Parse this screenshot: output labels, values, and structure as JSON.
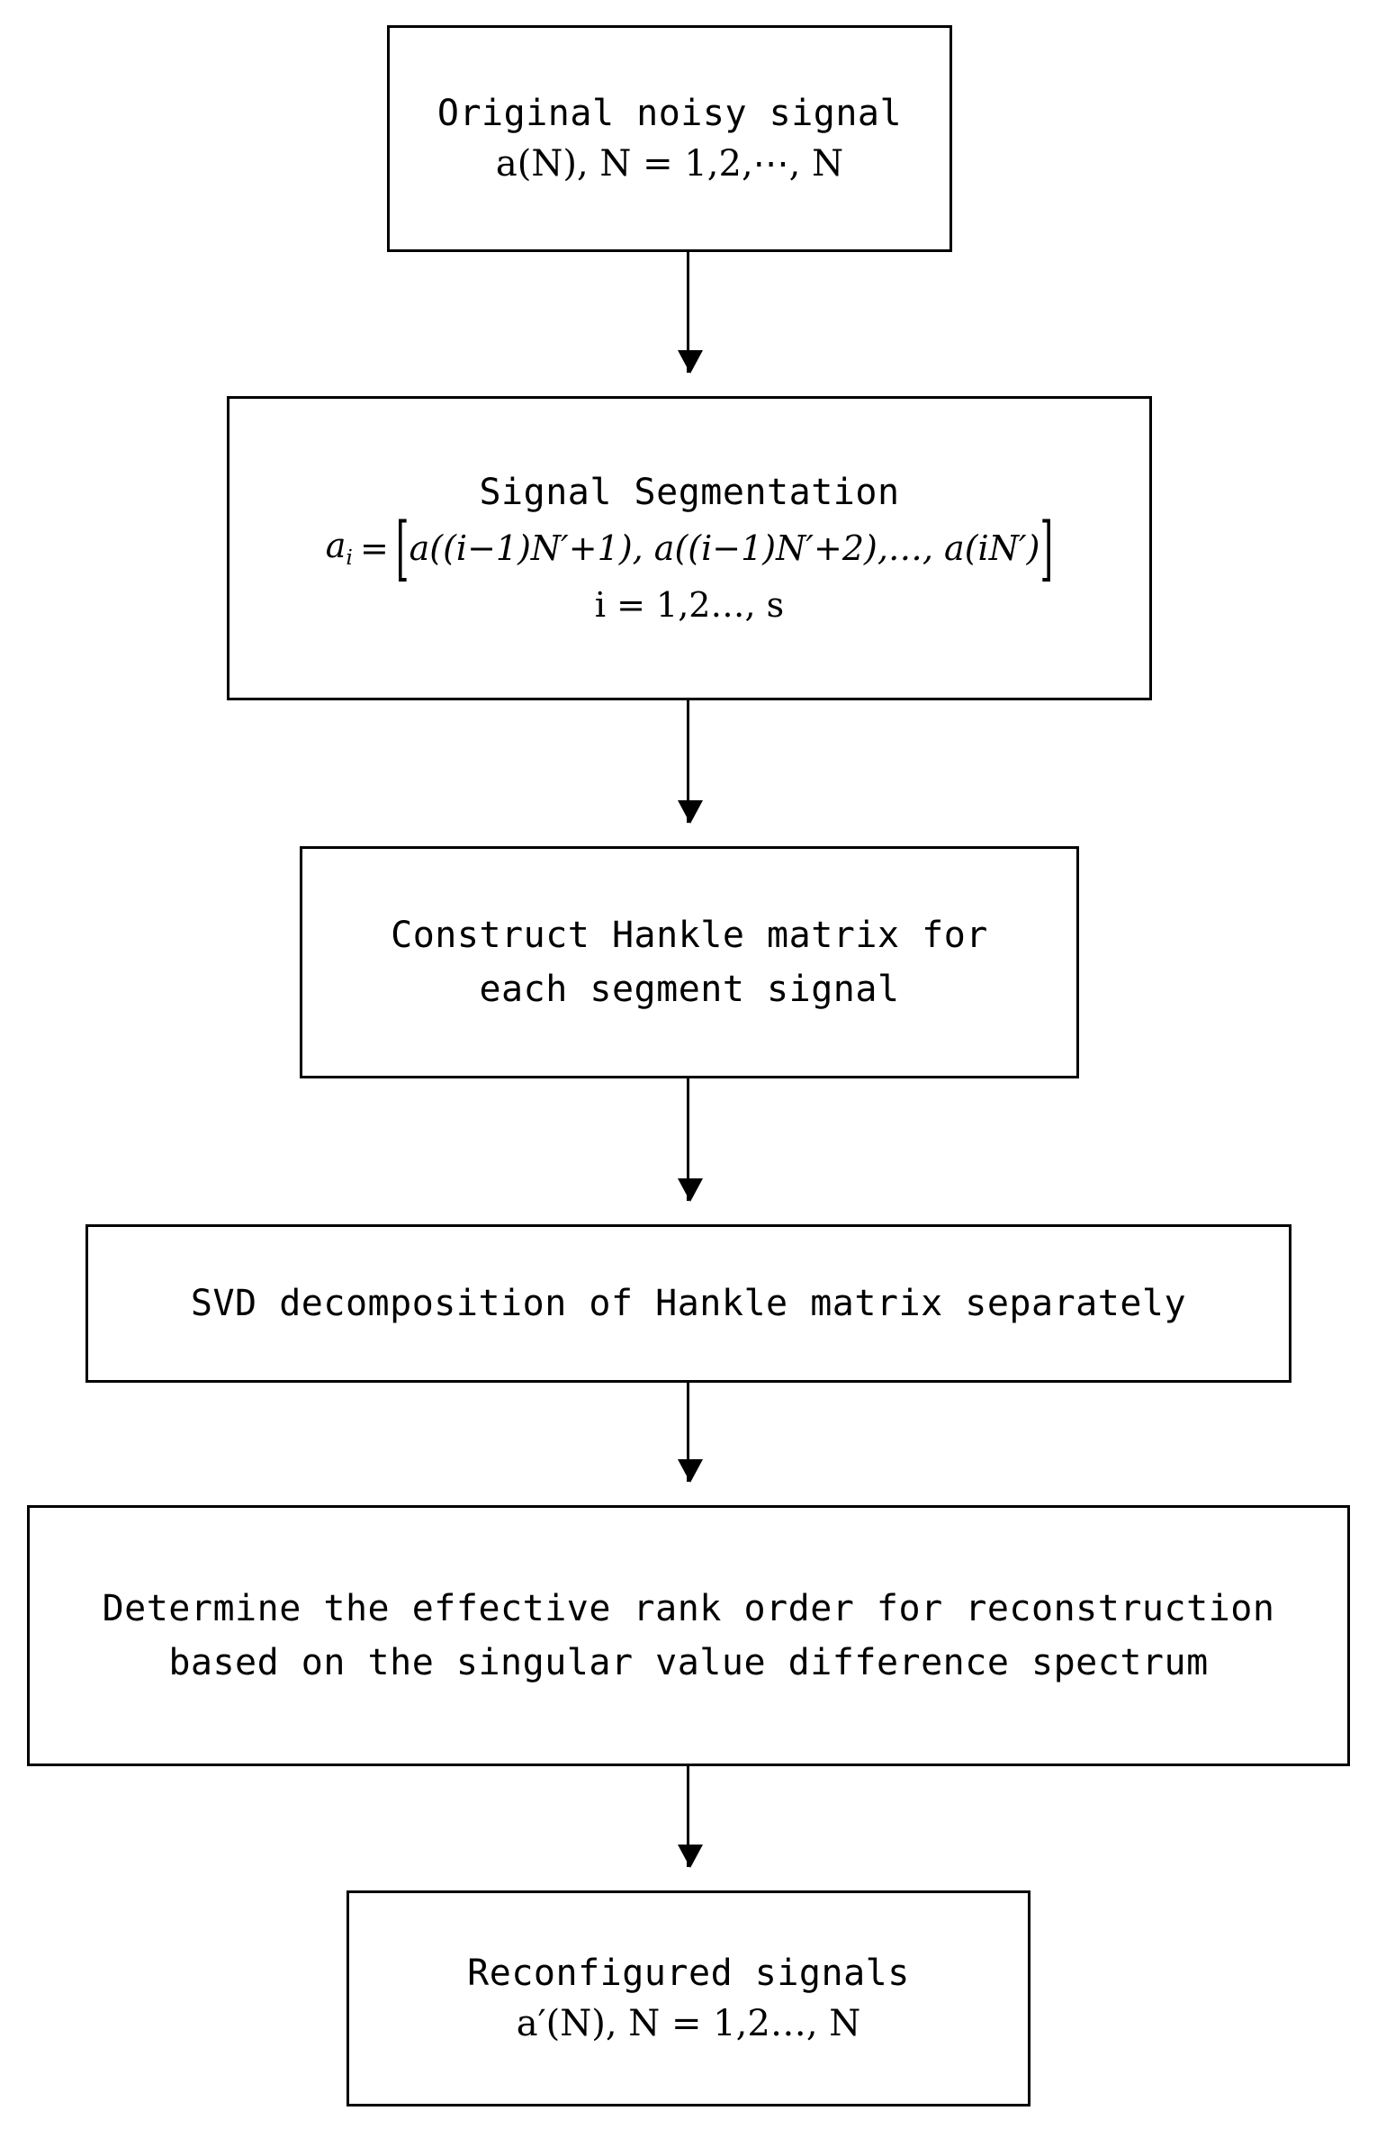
{
  "diagram": {
    "type": "flowchart",
    "title": "Signal denoising flowchart",
    "colors": {
      "stroke": "#000000",
      "fill": "#ffffff",
      "text": "#000000"
    },
    "nodes": [
      {
        "id": "original",
        "label": "Original noisy signal",
        "formula": "a(N), N = 1,2,⋯, N"
      },
      {
        "id": "segment",
        "label": "Signal Segmentation",
        "formula_lhs": "a",
        "formula_sub": "i",
        "formula_eq": "=",
        "formula_body": "a((i−1)N′+1), a((i−1)N′+2),…, a(iN′)",
        "formula_index": "i = 1,2…, s"
      },
      {
        "id": "hankle",
        "line1": "Construct Hankle matrix for",
        "line2": "each segment signal"
      },
      {
        "id": "svd",
        "label": "SVD decomposition of Hankle matrix separately"
      },
      {
        "id": "rank",
        "line1": "Determine the effective rank order for reconstruction",
        "line2": "based on the singular value difference spectrum"
      },
      {
        "id": "reconfigured",
        "label": "Reconfigured signals",
        "formula": "a′(N), N = 1,2…, N"
      }
    ],
    "edges": [
      {
        "from": "original",
        "to": "segment"
      },
      {
        "from": "segment",
        "to": "hankle"
      },
      {
        "from": "hankle",
        "to": "svd"
      },
      {
        "from": "svd",
        "to": "rank"
      },
      {
        "from": "rank",
        "to": "reconfigured"
      }
    ]
  }
}
